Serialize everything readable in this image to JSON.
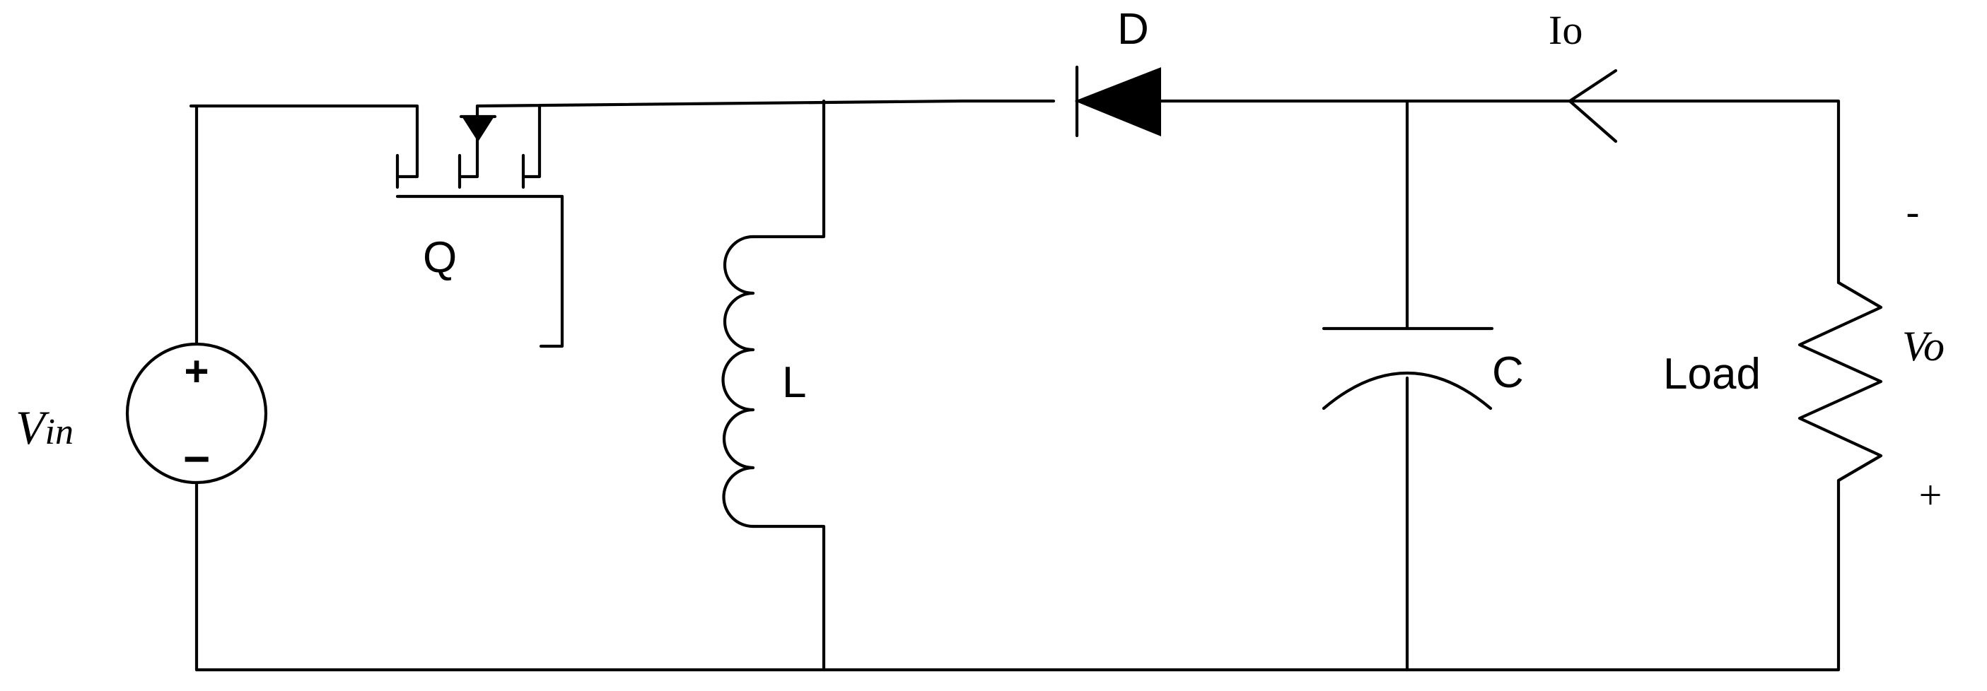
{
  "diagram": {
    "labels": {
      "vin_main": "V",
      "vin_sub": "in",
      "source_plus": "+",
      "source_minus": "−",
      "switch": "Q",
      "inductor": "L",
      "diode": "D",
      "output_current": "Io",
      "capacitor": "C",
      "load": "Load",
      "vo_main": "V",
      "vo_sub": "o",
      "vo_minus": "-",
      "vo_plus": "+"
    },
    "colors": {
      "stroke": "#000000",
      "background": "#ffffff"
    }
  }
}
